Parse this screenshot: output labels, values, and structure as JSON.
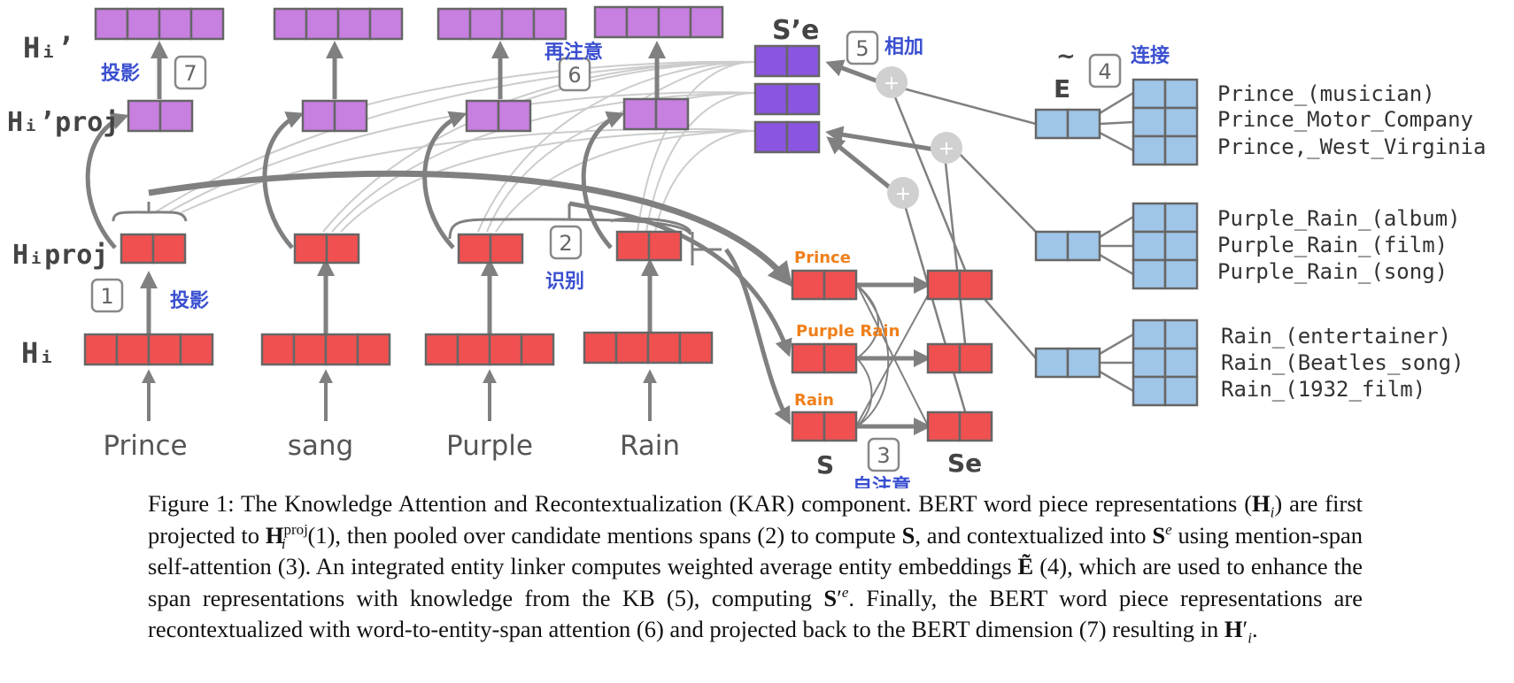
{
  "labels": {
    "hi_prime": "Hᵢ’",
    "hi_prime_proj": "Hᵢ’proj",
    "hi_proj": "Hᵢproj",
    "hi": "Hᵢ",
    "s_prime_e": "S’e",
    "e_tilde": "E",
    "s": "S",
    "s_e": "Se"
  },
  "steps": {
    "1": {
      "num": "1",
      "zh": "投影"
    },
    "2": {
      "num": "2",
      "zh": "识别"
    },
    "3": {
      "num": "3",
      "zh": "自注意"
    },
    "4": {
      "num": "4",
      "zh": "连接"
    },
    "5": {
      "num": "5",
      "zh": "相加"
    },
    "6": {
      "num": "6",
      "zh": "再注意"
    },
    "7": {
      "num": "7",
      "zh": "投影"
    }
  },
  "words": [
    "Prince",
    "sang",
    "Purple",
    "Rain"
  ],
  "spans": [
    "Prince",
    "Purple Rain",
    "Rain"
  ],
  "entities": [
    [
      "Prince_(musician)",
      "Prince_Motor_Company",
      "Prince,_West_Virginia"
    ],
    [
      "Purple_Rain_(album)",
      "Purple_Rain_(film)",
      "Purple_Rain_(song)"
    ],
    [
      "Rain_(entertainer)",
      "Rain_(Beatles_song)",
      "Rain_(1932_film)"
    ]
  ],
  "caption": {
    "t1": "Figure 1: The Knowledge Attention and Recontextualization (KAR) component. BERT word piece representations (",
    "t2": ") are first projected to ",
    "t3": " (1), then pooled over candidate mentions spans (2) to compute ",
    "t4": ", and contextualized into ",
    "t5": " using mention-span self-attention (3). An integrated entity linker computes weighted average entity embeddings ",
    "t6": " (4), which are used to enhance the span representations with knowledge from the KB (5), computing ",
    "t7": ". Finally, the BERT word piece representations are recontextualized with word-to-entity-span attention (6) and projected back to the BERT dimension (7) resulting in ",
    "t8": "."
  },
  "colors": {
    "red": "#f05050",
    "purple_light": "#c77fe0",
    "purple_dark": "#8a55e0",
    "blue": "#9fc5e8",
    "gray": "#808080",
    "orange": "#f07f1a",
    "zh_blue": "#3a4fd0"
  }
}
